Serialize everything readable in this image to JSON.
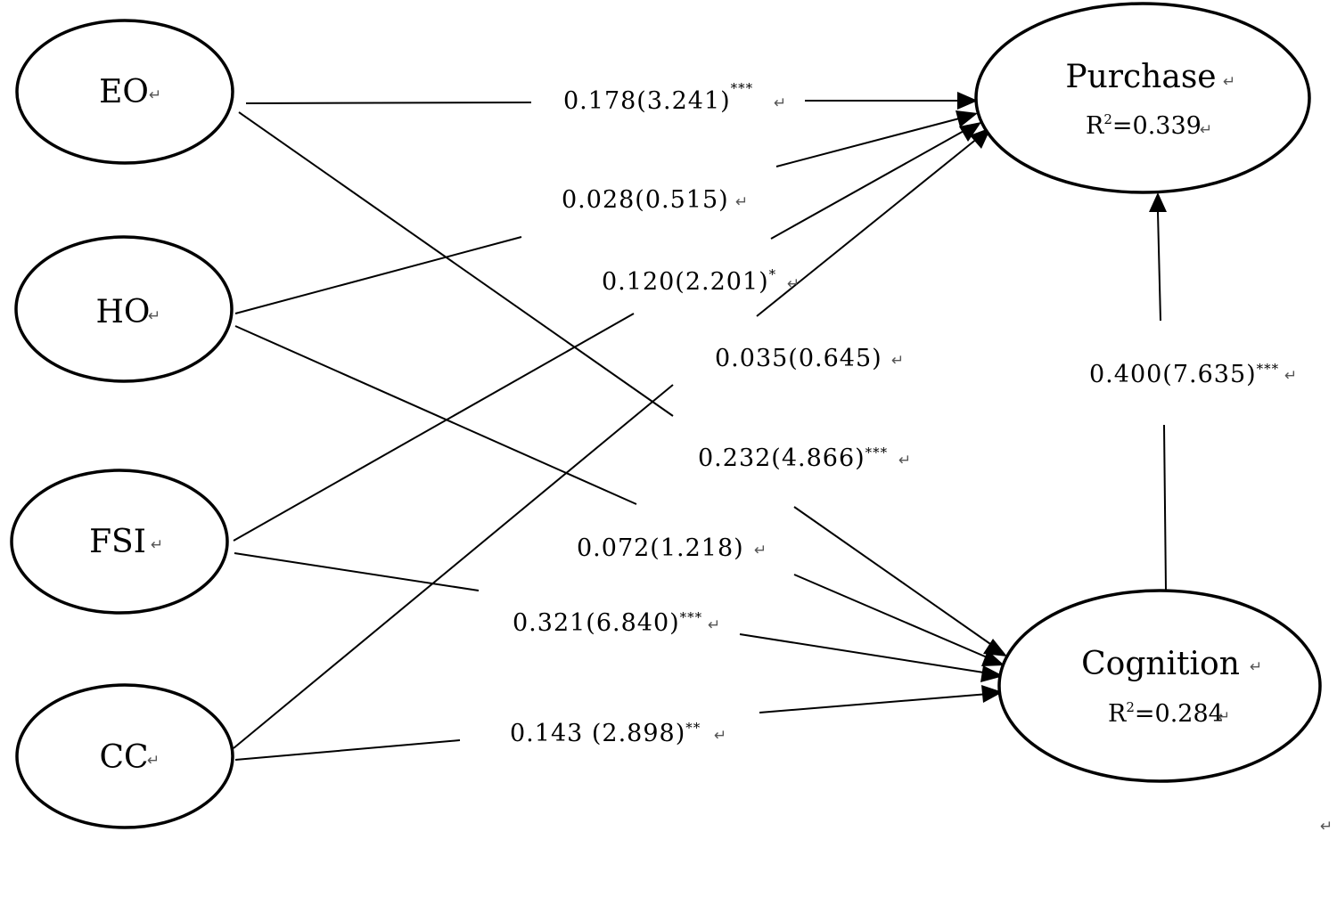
{
  "nodes": {
    "eo": {
      "name": "EO"
    },
    "ho": {
      "name": "HO"
    },
    "fsi": {
      "name": "FSI"
    },
    "cc": {
      "name": "CC"
    },
    "purchase": {
      "name": "Purchase",
      "r2_label": "R",
      "r2_sup": "2",
      "r2_value": "=0.339"
    },
    "cognition": {
      "name": "Cognition",
      "r2_label": "R",
      "r2_sup": "2",
      "r2_value": "=0.284"
    }
  },
  "paths": {
    "eo_purchase": {
      "from": "EO",
      "to": "Purchase",
      "coefficient": "0.178(3.241)",
      "sig": "***"
    },
    "ho_purchase": {
      "from": "HO",
      "to": "Purchase",
      "coefficient": "0.028(0.515)",
      "sig": ""
    },
    "fsi_purchase": {
      "from": "FSI",
      "to": "Purchase",
      "coefficient": "0.120(2.201)",
      "sig": "*"
    },
    "cc_purchase": {
      "from": "CC",
      "to": "Purchase",
      "coefficient": "0.035(0.645)",
      "sig": ""
    },
    "eo_cognition": {
      "from": "EO",
      "to": "Cognition",
      "coefficient": "0.232(4.866)",
      "sig": "***"
    },
    "ho_cognition": {
      "from": "HO",
      "to": "Cognition",
      "coefficient": "0.072(1.218)",
      "sig": ""
    },
    "fsi_cognition": {
      "from": "FSI",
      "to": "Cognition",
      "coefficient": "0.321(6.840)",
      "sig": "***"
    },
    "cc_cognition": {
      "from": "CC",
      "to": "Cognition",
      "coefficient": "0.143 (2.898)",
      "sig": "**"
    },
    "cognition_purchase": {
      "from": "Cognition",
      "to": "Purchase",
      "coefficient": "0.400(7.635)",
      "sig": "***"
    }
  },
  "paragraph_mark": "↵",
  "colors": {
    "stroke": "#000000",
    "background": "#ffffff",
    "paragraph_mark": "#555555"
  }
}
